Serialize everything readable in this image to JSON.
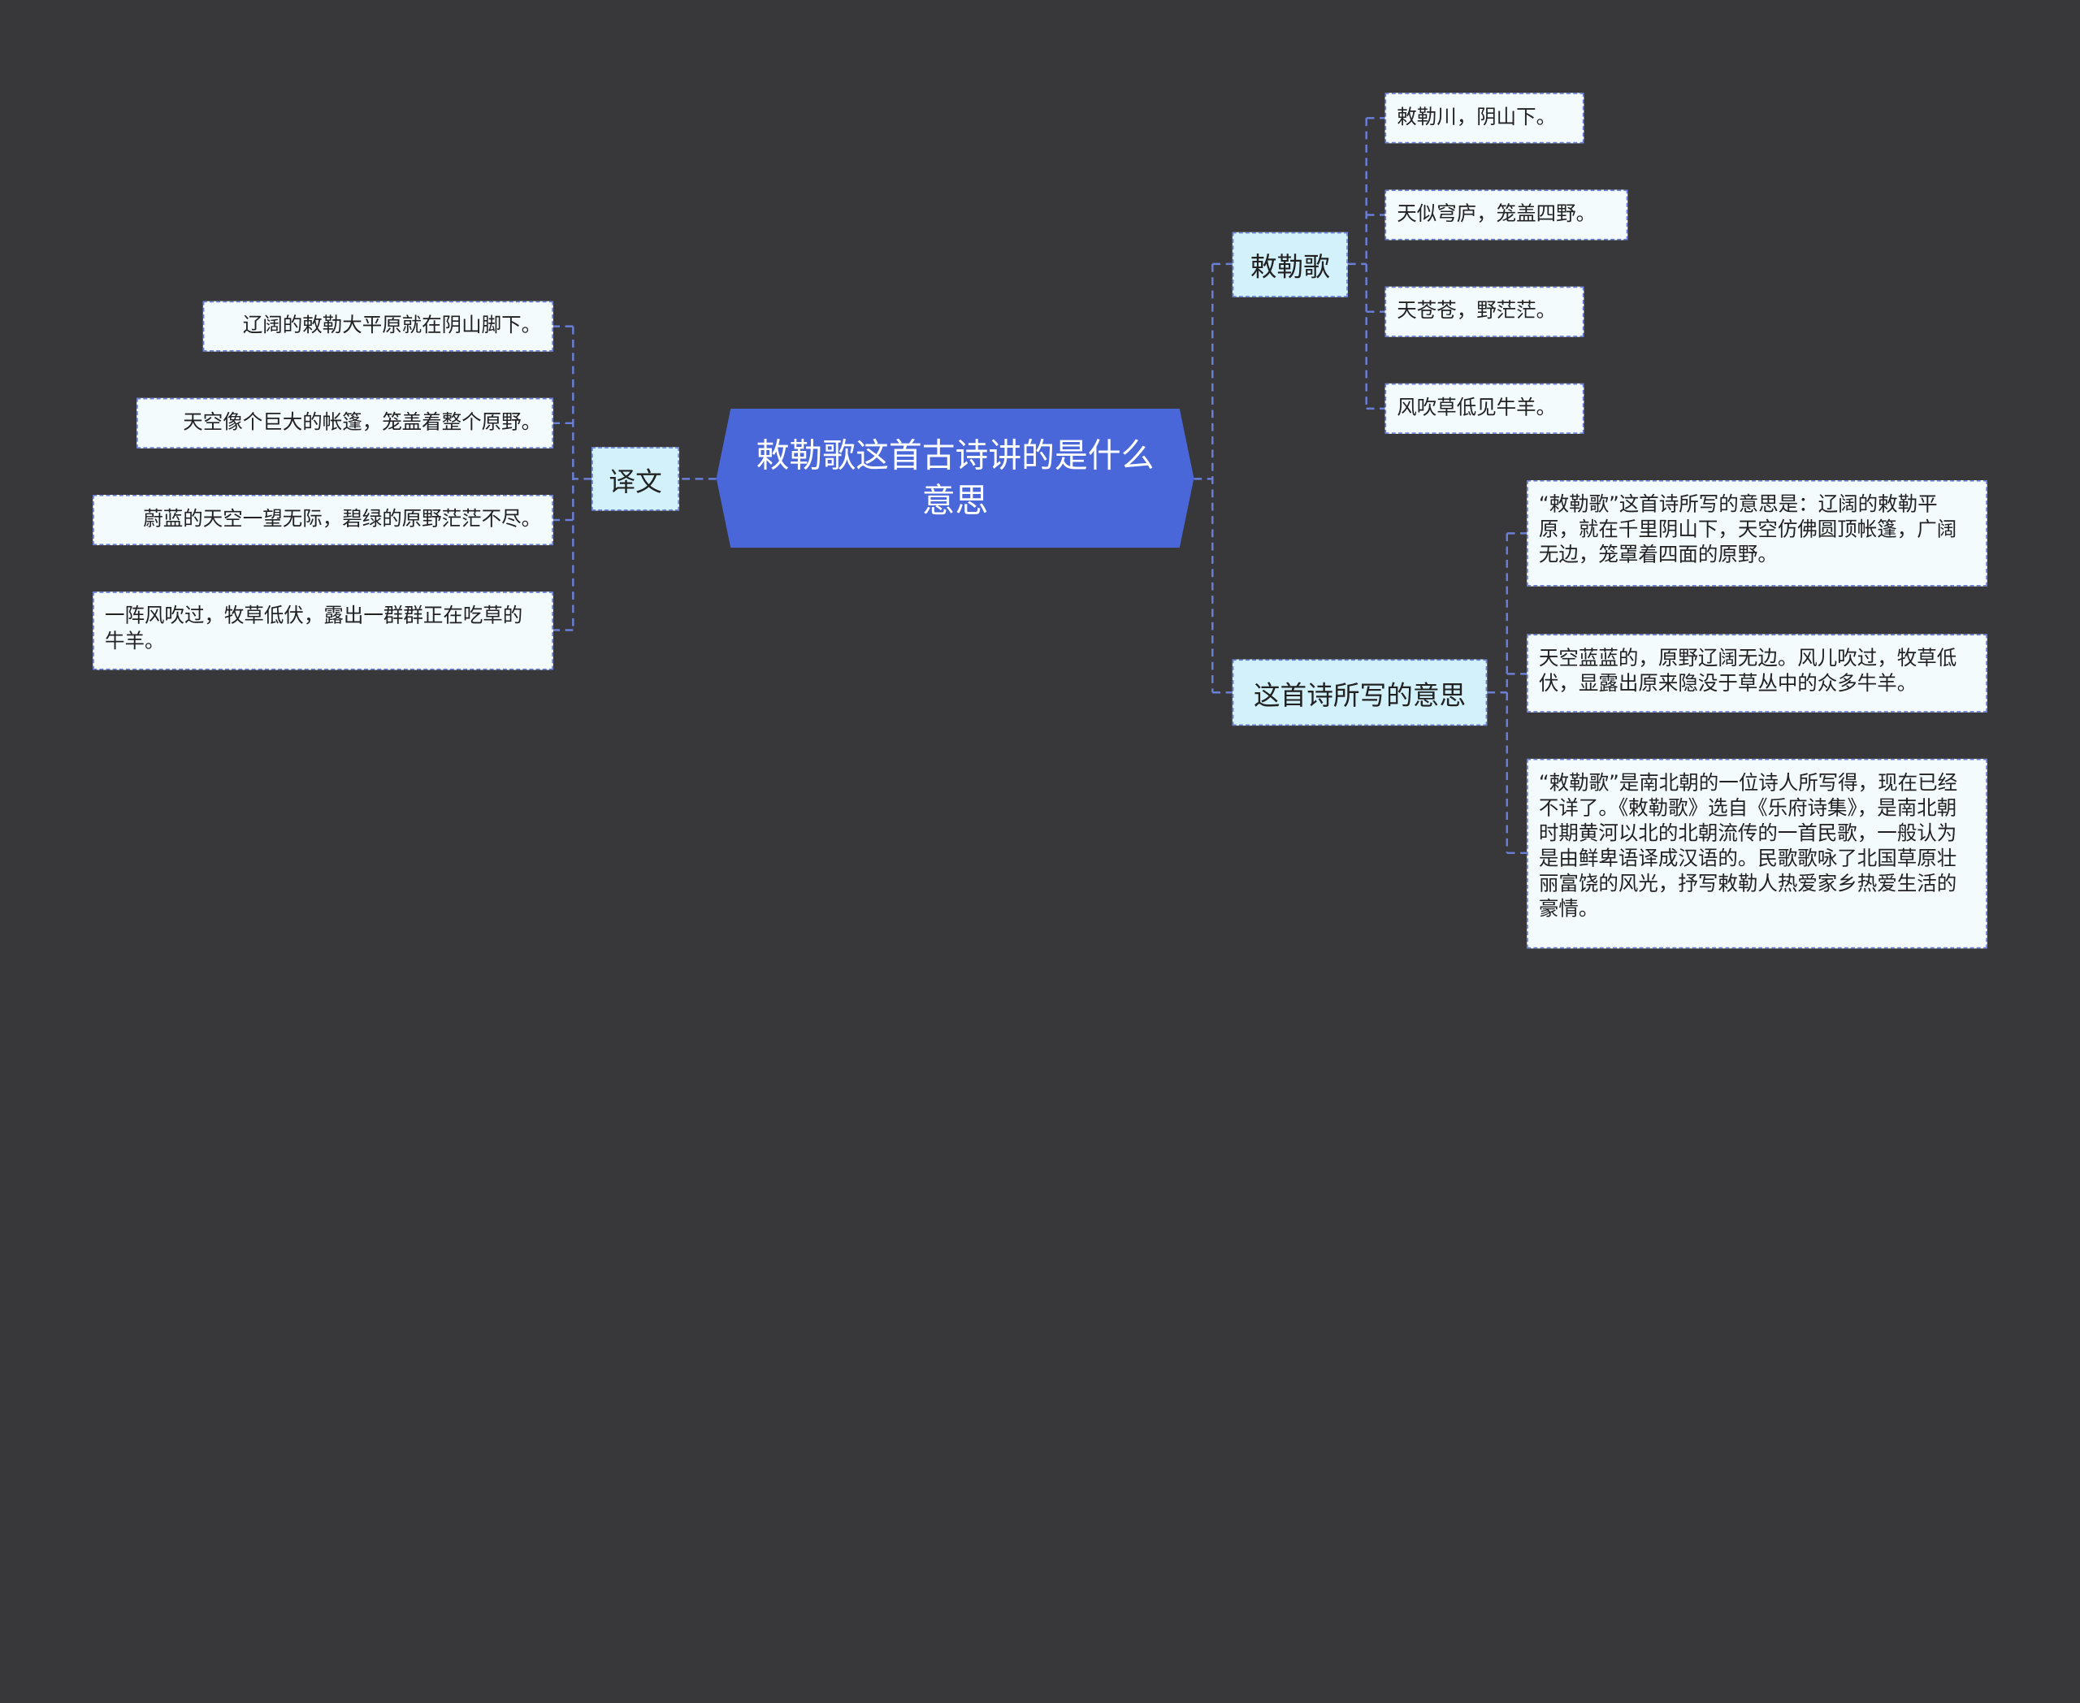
{
  "root": {
    "label": "敕勒歌这首古诗讲的是什么意思"
  },
  "branches": {
    "translation": {
      "label": "译文",
      "items": [
        "辽阔的敕勒大平原就在阴山脚下。",
        "天空像个巨大的帐篷，笼盖着整个原野。",
        "蔚蓝的天空一望无际，碧绿的原野茫茫不尽。",
        "一阵风吹过，牧草低伏，露出一群群正在吃草的牛羊。"
      ]
    },
    "poem": {
      "label": "敕勒歌",
      "items": [
        "敕勒川，阴山下。",
        "天似穹庐，笼盖四野。",
        "天苍苍，野茫茫。",
        "风吹草低见牛羊。"
      ]
    },
    "meaning": {
      "label": "这首诗所写的意思",
      "items": [
        "“敕勒歌”这首诗所写的意思是：辽阔的敕勒平原，就在千里阴山下，天空仿佛圆顶帐篷，广阔无边，笼罩着四面的原野。",
        "天空蓝蓝的，原野辽阔无边。风儿吹过，牧草低伏，显露出原来隐没于草丛中的众多牛羊。",
        "“敕勒歌”是南北朝的一位诗人所写得，现在已经不详了。《敕勒歌》选自《乐府诗集》，是南北朝时期黄河以北的北朝流传的一首民歌，一般认为是由鲜卑语译成汉语的。民歌歌咏了北国草原壮丽富饶的风光，抒写敕勒人热爱家乡热爱生活的豪情。"
      ]
    }
  },
  "colors": {
    "background": "#38373a",
    "root_fill": "#4a67d9",
    "branch_fill": "#d2f1fb",
    "leaf_fill": "#f4fbfd",
    "connector": "#6a7fd8"
  }
}
